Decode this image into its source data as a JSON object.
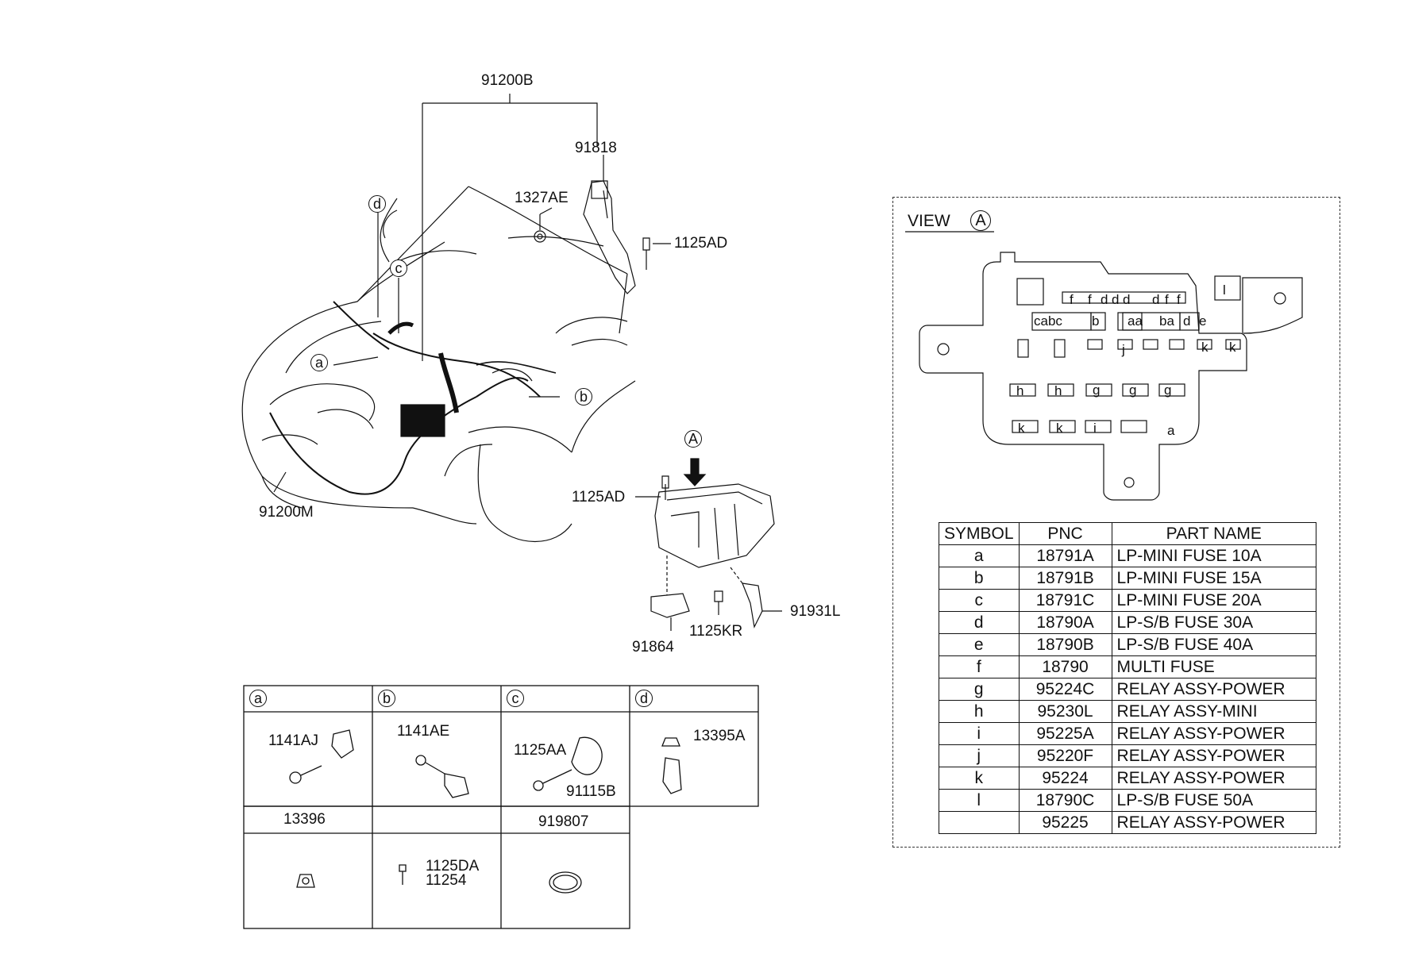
{
  "main_diagram": {
    "labels": {
      "harness_top": "91200B",
      "clip_918": "91818",
      "nut_1327": "1327AE",
      "bolt_top": "1125AD",
      "harness_main": "91200M",
      "view_marker": "A",
      "bolt_mid": "1125AD",
      "bracket_l": "91931L",
      "bolt_kr": "1125KR",
      "bracket_864": "91864"
    },
    "callouts": {
      "d": "d",
      "c": "c",
      "a": "a",
      "b": "b"
    }
  },
  "detail_grid": {
    "headers": [
      "a",
      "b",
      "c",
      "d"
    ],
    "cells": {
      "a_part": "1141AJ",
      "b_part": "1141AE",
      "c_part1": "1125AA",
      "c_part2": "91115B",
      "d_part": "13395A",
      "row2_a": "13396",
      "row2_c": "919807",
      "bolt_pair_1": "1125DA",
      "bolt_pair_2": "11254"
    }
  },
  "view_a": {
    "title": "VIEW",
    "marker": "A",
    "fuse_labels": {
      "row1": [
        "f",
        "f",
        "d",
        "d",
        "d",
        "d",
        "f",
        "f",
        "l"
      ],
      "row2": [
        "cabc",
        "b",
        "aa",
        "ba",
        "d",
        "e"
      ],
      "row3": [
        "j",
        "k",
        "k"
      ],
      "row4": [
        "h",
        "h",
        "g",
        "g",
        "g"
      ],
      "row5": [
        "k",
        "k",
        "i",
        "a"
      ]
    },
    "table": {
      "headers": [
        "SYMBOL",
        "PNC",
        "PART NAME"
      ],
      "rows": [
        {
          "symbol": "a",
          "pnc": "18791A",
          "name": "LP-MINI FUSE 10A"
        },
        {
          "symbol": "b",
          "pnc": "18791B",
          "name": "LP-MINI FUSE 15A"
        },
        {
          "symbol": "c",
          "pnc": "18791C",
          "name": "LP-MINI FUSE 20A"
        },
        {
          "symbol": "d",
          "pnc": "18790A",
          "name": "LP-S/B FUSE 30A"
        },
        {
          "symbol": "e",
          "pnc": "18790B",
          "name": "LP-S/B FUSE 40A"
        },
        {
          "symbol": "f",
          "pnc": "18790",
          "name": "MULTI FUSE"
        },
        {
          "symbol": "g",
          "pnc": "95224C",
          "name": "RELAY ASSY-POWER"
        },
        {
          "symbol": "h",
          "pnc": "95230L",
          "name": "RELAY ASSY-MINI"
        },
        {
          "symbol": "i",
          "pnc": "95225A",
          "name": "RELAY ASSY-POWER"
        },
        {
          "symbol": "j",
          "pnc": "95220F",
          "name": "RELAY ASSY-POWER"
        },
        {
          "symbol": "k",
          "pnc": "95224",
          "name": "RELAY ASSY-POWER"
        },
        {
          "symbol": "l",
          "pnc": "18790C",
          "name": "LP-S/B FUSE 50A"
        },
        {
          "symbol": "",
          "pnc": "95225",
          "name": "RELAY ASSY-POWER"
        }
      ]
    }
  }
}
